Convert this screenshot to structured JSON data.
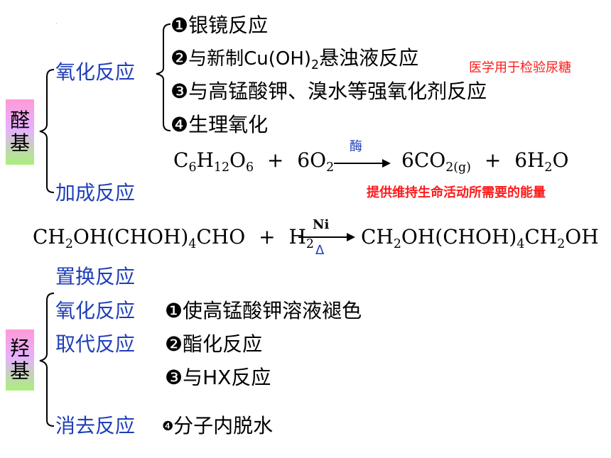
{
  "aldehyde": {
    "label_chars": [
      "醛",
      "基"
    ],
    "oxidation": {
      "title": "氧化反应",
      "items": [
        {
          "num": "❶",
          "text": "银镜反应"
        },
        {
          "num": "❷",
          "text_a": "与新制Cu(OH)",
          "sub": "2",
          "text_b": "悬浊液反应"
        },
        {
          "num": "❸",
          "text": "与高锰酸钾、溴水等强氧化剂反应"
        },
        {
          "num": "❹",
          "text": "生理氧化"
        }
      ],
      "note_medical": "医学用于检验尿糖"
    },
    "glucose_eq": {
      "catalyst": "酶",
      "c": "C",
      "c_sub": "6",
      "h": "H",
      "h_sub": "12",
      "o": "O",
      "o_sub": "6",
      "plus1": "+",
      "o2_coef": "6O",
      "o2_sub": "2",
      "co2": "6CO",
      "co2_sub": "2(g)",
      "plus2": "+",
      "h2o_a": "6H",
      "h2o_sub": "2",
      "h2o_b": "O"
    },
    "note_energy": "提供维持生命活动所需要的能量",
    "addition": {
      "title": "加成反应"
    }
  },
  "hydrogenation_eq": {
    "left_a": "CH",
    "left_sub1": "2",
    "left_b": "OH(CHOH)",
    "left_sub2": "4",
    "left_c": "CHO",
    "plus": "+",
    "h2": "H",
    "h2_sub": "2",
    "cat_top": "Ni",
    "cat_bottom": "Δ",
    "right_a": "CH",
    "right_sub1": "2",
    "right_b": "OH(CHOH)",
    "right_sub2": "4",
    "right_c": "CH",
    "right_sub3": "2",
    "right_d": "OH"
  },
  "hydroxyl": {
    "label_chars": [
      "羟",
      "基"
    ],
    "substitution_displacement": "置换反应",
    "oxidation": {
      "title": "氧化反应",
      "num": "❶",
      "text": "使高锰酸钾溶液褪色"
    },
    "substitution": {
      "title": "取代反应",
      "items": [
        {
          "num": "❷",
          "text": "酯化反应"
        },
        {
          "num": "❸",
          "text": "与HX反应"
        }
      ]
    },
    "elimination": {
      "title": "消去反应",
      "num": "❹",
      "text": "分子内脱水"
    }
  }
}
